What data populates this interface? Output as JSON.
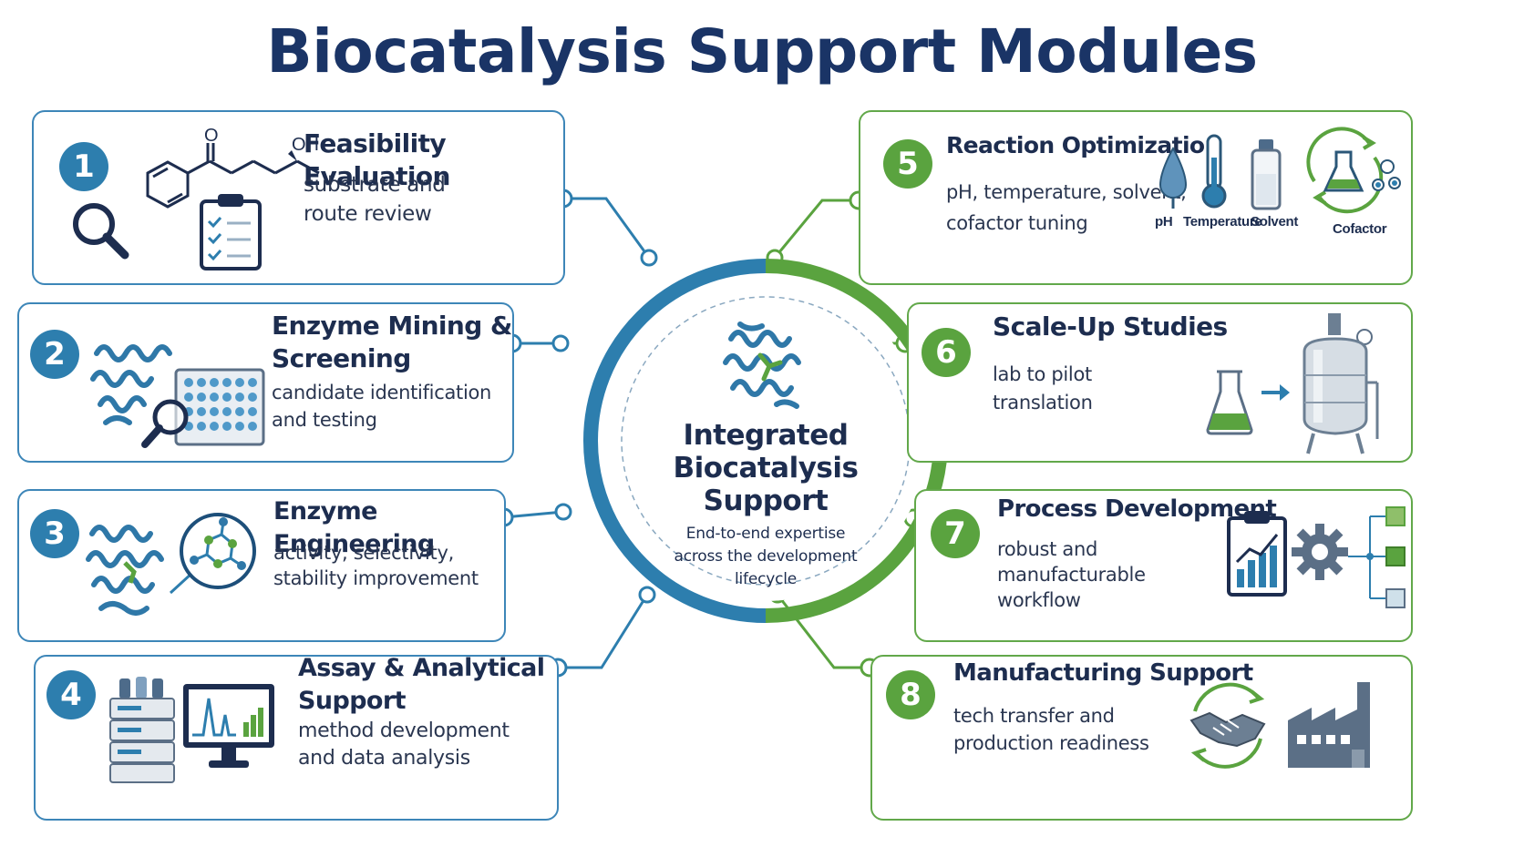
{
  "title": "Biocatalysis Support Modules",
  "hub": {
    "title_lines": [
      "Integrated",
      "Biocatalysis",
      "Support"
    ],
    "subtitle_lines": [
      "End-to-end expertise",
      "across the development",
      "lifecycle"
    ]
  },
  "modules": [
    {
      "number": "1",
      "title": [
        "Feasibility Evaluation"
      ],
      "desc": [
        "substrate and",
        "route review"
      ],
      "chemical_label": "O",
      "chemical_label_2": "OH"
    },
    {
      "number": "2",
      "title": [
        "Enzyme Mining &",
        "Screening"
      ],
      "desc": [
        "candidate identification",
        "and testing"
      ]
    },
    {
      "number": "3",
      "title": [
        "Enzyme Engineering"
      ],
      "desc": [
        "activity, selectivity,",
        "stability improvement"
      ]
    },
    {
      "number": "4",
      "title": [
        "Assay & Analytical",
        "Support"
      ],
      "desc": [
        "method development",
        "and data analysis"
      ]
    },
    {
      "number": "5",
      "title": [
        "Reaction Optimization"
      ],
      "desc": [
        "pH, temperature, solvent,",
        "cofactor tuning"
      ],
      "factors": [
        "pH",
        "Temperature",
        "Solvent",
        "Cofactor"
      ]
    },
    {
      "number": "6",
      "title": [
        "Scale-Up Studies"
      ],
      "desc": [
        "lab to pilot",
        "translation"
      ]
    },
    {
      "number": "7",
      "title": [
        "Process Development"
      ],
      "desc": [
        "robust and",
        "manufacturable",
        "workflow"
      ]
    },
    {
      "number": "8",
      "title": [
        "Manufacturing Support"
      ],
      "desc": [
        "tech transfer and",
        "production readiness"
      ]
    }
  ],
  "colors": {
    "blue_accent": "#2d7eae",
    "green_accent": "#5aa33f",
    "title_navy": "#1a3466",
    "text_dark": "#1d2d4f"
  },
  "icons": {
    "module_1": [
      "chemical-structure-icon",
      "magnifier-icon",
      "clipboard-checklist-icon"
    ],
    "module_2": [
      "protein-structure-icon",
      "well-plate-icon",
      "magnifier-icon"
    ],
    "module_3": [
      "protein-structure-icon",
      "molecule-zoom-icon"
    ],
    "module_4": [
      "hplc-instrument-icon",
      "monitor-chromatogram-icon"
    ],
    "module_5": [
      "ph-droplet-icon",
      "thermometer-icon",
      "solvent-bottle-icon",
      "cofactor-cycle-flask-icon"
    ],
    "module_6": [
      "flask-icon",
      "arrow-right-icon",
      "bioreactor-icon"
    ],
    "module_7": [
      "clipboard-chart-icon",
      "gear-icon",
      "workflow-icon"
    ],
    "module_8": [
      "handshake-cycle-icon",
      "factory-icon"
    ],
    "hub": [
      "protein-structure-icon"
    ]
  }
}
